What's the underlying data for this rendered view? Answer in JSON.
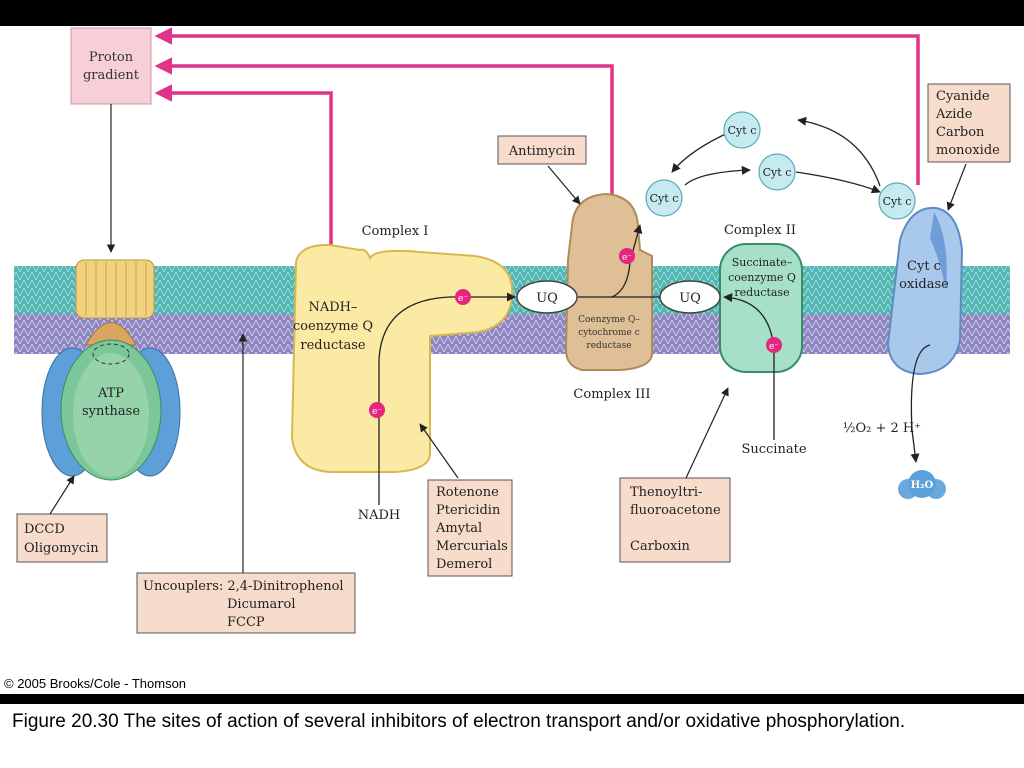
{
  "labels": {
    "proton_gradient": [
      "Proton",
      "gradient"
    ],
    "atp_synthase": [
      "ATP",
      "synthase"
    ],
    "complex_i_title": "Complex I",
    "complex_i_name": [
      "NADH–",
      "coenzyme Q",
      "reductase"
    ],
    "complex_iii_title": "Complex III",
    "complex_iii_name": [
      "Coenzyme Q–",
      "cytochrome c",
      "reductase"
    ],
    "complex_ii_title": "Complex II",
    "complex_ii_name": [
      "Succinate–",
      "coenzyme Q",
      "reductase"
    ],
    "cyt_oxidase": [
      "Cyt c",
      "oxidase"
    ],
    "uq": "UQ",
    "cyt_c": "Cyt c",
    "electron": "e⁻",
    "nadh": "NADH",
    "succinate": "Succinate",
    "oxygen_eq": "½O₂ + 2 H⁺",
    "water": "H₂O"
  },
  "inhibitor_boxes": {
    "dccd": [
      "DCCD",
      "Oligomycin"
    ],
    "uncouplers": [
      "Uncouplers: 2,4-Dinitrophenol",
      "Dicumarol",
      "FCCP"
    ],
    "complex_i": [
      "Rotenone",
      "Ptericidin",
      "Amytal",
      "Mercurials",
      "Demerol"
    ],
    "antimycin": [
      "Antimycin"
    ],
    "complex_ii": [
      "Thenoyltri-",
      "fluoroacetone",
      "",
      "Carboxin"
    ],
    "cyt_oxidase": [
      "Cyanide",
      "Azide",
      "Carbon",
      "monoxide"
    ]
  },
  "copyright": "© 2005 Brooks/Cole - Thomson",
  "caption": "Figure 20.30   The sites of action of several inhibitors of electron transport and/or oxidative phosphorylation.",
  "colors": {
    "box_fill": "#f8dccb",
    "proton_box": "#f6cfd8",
    "pink_arrow": "#e0338a",
    "membrane_teal": "#4fb6b3",
    "membrane_purple": "#8d85c2",
    "complex_i": "#fbeaa4",
    "complex_iii": "#dfbf96",
    "complex_ii": "#a6e0c8",
    "cyt_oxidase": "#a9c9ec",
    "atp_blue": "#6aa9dc",
    "atp_green": "#7cc79a",
    "electron": "#e5257f",
    "cyt_c": "#c5eaf0"
  }
}
